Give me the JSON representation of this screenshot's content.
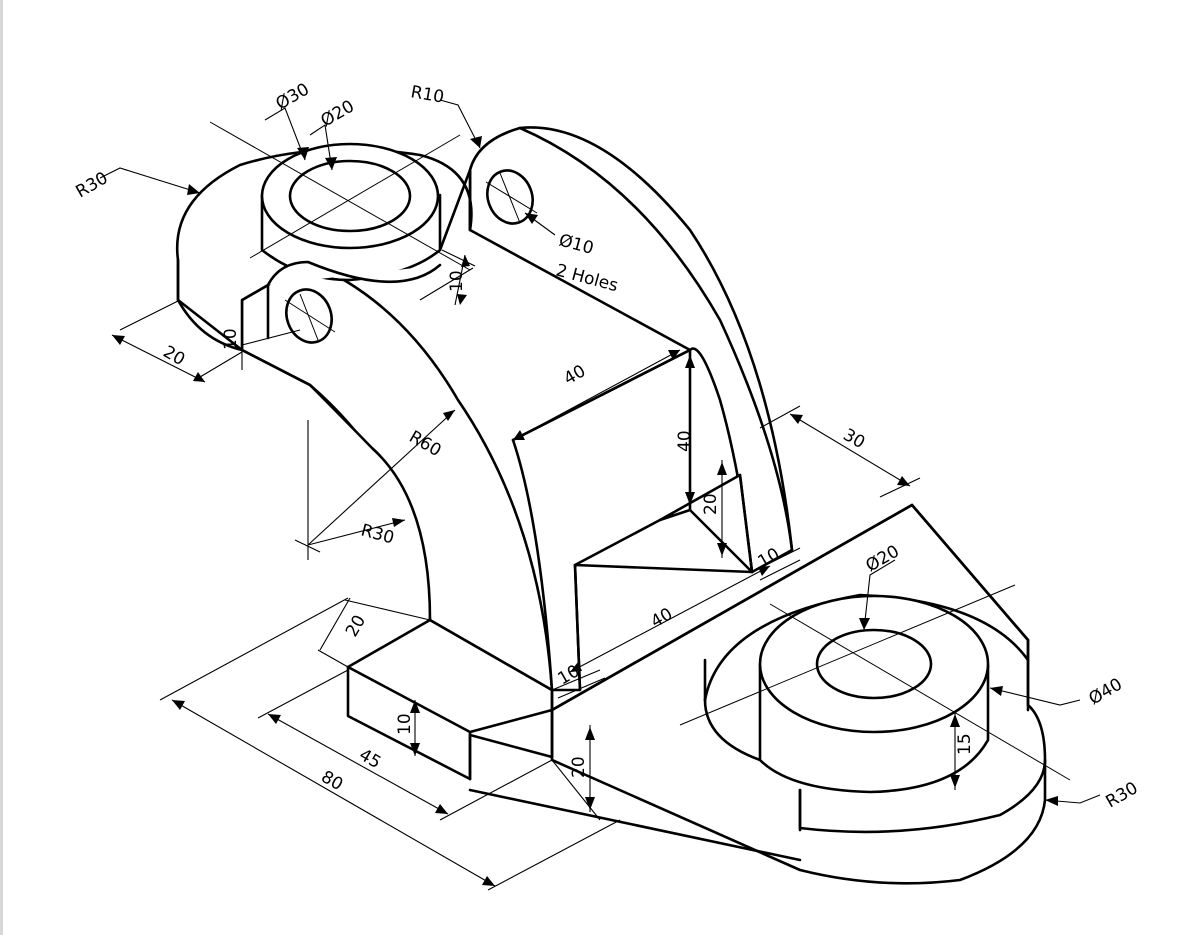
{
  "drawing": {
    "dimensions": {
      "d_phi30": "Ø30",
      "d_phi20_top": "Ø20",
      "d_r10": "R10",
      "d_r30_top": "R30",
      "d_phi10": "Ø10",
      "d_holes": "2 Holes",
      "d_10_boss": "10",
      "d_10_ear": "10",
      "d_20_top": "20",
      "d_40_slot": "40",
      "d_r60": "R60",
      "d_r30_inner": "R30",
      "d_40_vert": "40",
      "d_30": "30",
      "d_20_step": "20",
      "d_10_step_right": "10",
      "d_40_base": "40",
      "d_10_step_left": "10",
      "d_20_left": "20",
      "d_10_block": "10",
      "d_45": "45",
      "d_80": "80",
      "d_20_base": "20",
      "d_phi20_base": "Ø20",
      "d_phi40": "Ø40",
      "d_15": "15",
      "d_r30_base": "R30"
    }
  }
}
